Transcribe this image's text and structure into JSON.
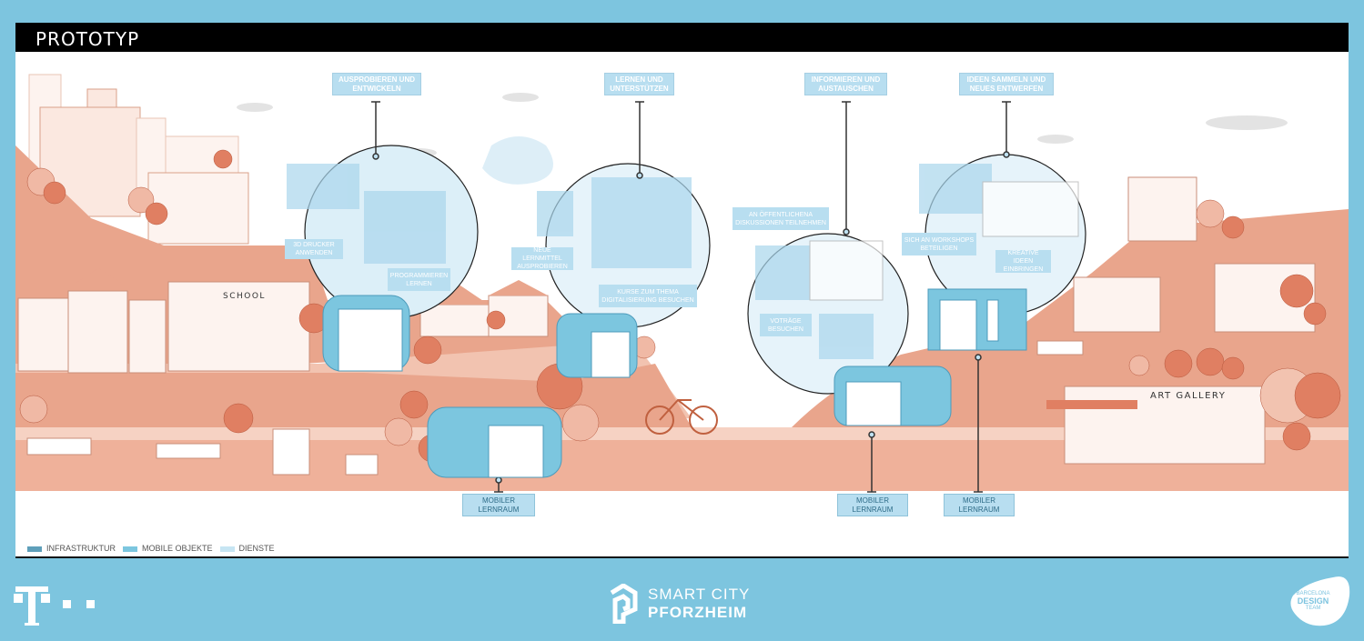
{
  "header": {
    "title": "PROTOTYP"
  },
  "categories": [
    {
      "title": "AUSPROBIEREN UND ENTWICKELN",
      "services": [
        "3D DRUCKER ANWENDEN",
        "PROGRAMMIEREN LERNEN"
      ]
    },
    {
      "title": "LERNEN UND UNTERSTÜTZEN",
      "services": [
        "NEUE LERNMITTEL AUSPROBIEREN",
        "KURSE ZUM THEMA DIGITALISIERUNG BESUCHEN"
      ]
    },
    {
      "title": "INFORMIEREN UND AUSTAUSCHEN",
      "services": [
        "AN ÖFFENTLICHENA DISKUSSIONEN TEILNEHMEN",
        "VOTRÄGE BESUCHEN"
      ]
    },
    {
      "title": "IDEEN SAMMELN UND NEUES ENTWERFEN",
      "services": [
        "SICH AN WORKSHOPS BETEILIGEN",
        "KREATIVE IDEEN EINBRINGEN"
      ]
    }
  ],
  "mobile_labels": [
    "MOBILER LERNRAUM",
    "MOBILER LERNRAUM",
    "MOBILER LERNRAUM"
  ],
  "signs": {
    "school": "SCHOOL",
    "gallery": "ART GALLERY"
  },
  "legend": [
    {
      "label": "INFRASTRUKTUR",
      "color": "#5e9fba"
    },
    {
      "label": "MOBILE OBJEKTE",
      "color": "#7cc6df"
    },
    {
      "label": "DIENSTE",
      "color": "#c6e5f3"
    }
  ],
  "footer": {
    "smart_city_line1": "SMART CITY",
    "smart_city_line2": "PFORZHEIM",
    "bdt_line1": "BARCELONA",
    "bdt_line2": "DESIGN",
    "bdt_line3": "TEAM"
  },
  "colors": {
    "background": "#7dc5df",
    "ground": "#e9a58c",
    "ground_light": "#f2c3b0",
    "accent": "#e07f62",
    "service": "#b8def0"
  }
}
